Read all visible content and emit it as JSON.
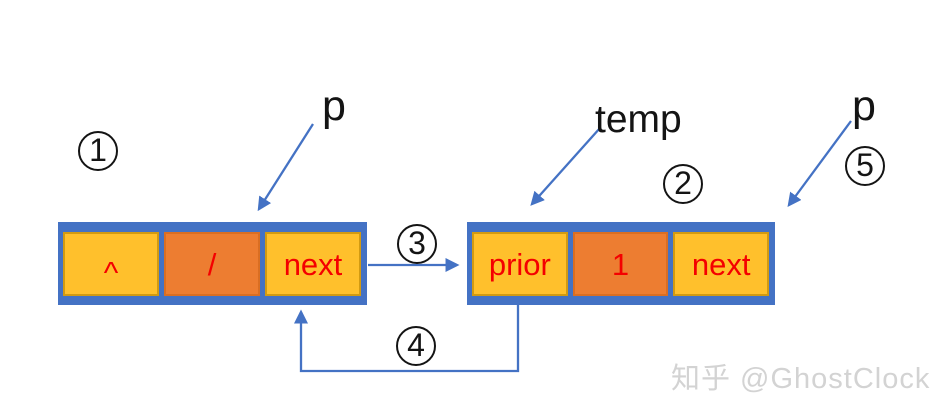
{
  "diagram": {
    "description_labels": {
      "pointer_p_left": "p",
      "pointer_temp": "temp",
      "pointer_p_right": "p"
    },
    "steps": {
      "s1": "1",
      "s2": "2",
      "s3": "3",
      "s4": "4",
      "s5": "5"
    },
    "nodes": {
      "left": {
        "cells": [
          {
            "text": "^",
            "tone": "yellow"
          },
          {
            "text": "/",
            "tone": "orange"
          },
          {
            "text": "next",
            "tone": "yellow"
          }
        ]
      },
      "right": {
        "cells": [
          {
            "text": "prior",
            "tone": "yellow"
          },
          {
            "text": "1",
            "tone": "orange"
          },
          {
            "text": "next",
            "tone": "yellow"
          }
        ]
      }
    },
    "colors": {
      "frame_blue": "#4472C4",
      "cell_yellow": "#FFC02C",
      "cell_orange": "#ED7D31",
      "cell_text_red": "#F40000",
      "arrow_blue": "#4472C4",
      "badge_black": "#141414",
      "watermark_gray": "#D3D3D3"
    },
    "watermark": "知乎 @GhostClock"
  }
}
